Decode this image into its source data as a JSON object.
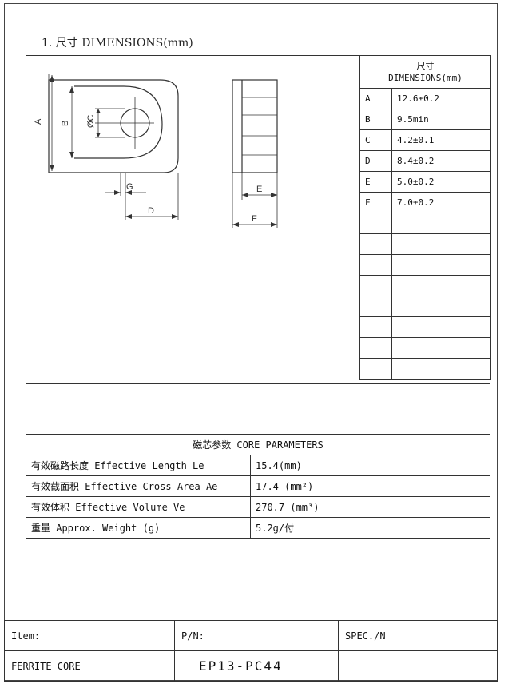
{
  "section": {
    "title": "1. 尺寸 DIMENSIONS(mm)"
  },
  "drawing": {
    "labels": {
      "A": "A",
      "B": "B",
      "C": "ØC",
      "D": "D",
      "E": "E",
      "F": "F",
      "G": "G"
    }
  },
  "dimensions": {
    "header": [
      "尺寸",
      "DIMENSIONS(mm)"
    ],
    "rows": [
      {
        "key": "A",
        "value": "12.6±0.2"
      },
      {
        "key": "B",
        "value": "9.5min"
      },
      {
        "key": "C",
        "value": "4.2±0.1"
      },
      {
        "key": "D",
        "value": "8.4±0.2"
      },
      {
        "key": "E",
        "value": "5.0±0.2"
      },
      {
        "key": "F",
        "value": "7.0±0.2"
      }
    ],
    "empty_rows": 8
  },
  "parameters": {
    "header": "磁芯参数   CORE PARAMETERS",
    "rows": [
      {
        "label": "有效磁路长度 Effective Length  Le",
        "value": "15.4(mm)"
      },
      {
        "label": "有效截面积 Effective Cross Area Ae",
        "value": "17.4  (mm²)"
      },
      {
        "label": "有效体积 Effective Volume Ve",
        "value": "270.7   (mm³)"
      },
      {
        "label": "重量 Approx. Weight (g)",
        "value": "5.2g/付"
      }
    ]
  },
  "footer": {
    "item_label": "Item:",
    "pn_label": "P/N:",
    "spec_label": "SPEC./N",
    "item_value": "FERRITE  CORE",
    "pn_value": "EP13-PC44",
    "spec_value": ""
  }
}
